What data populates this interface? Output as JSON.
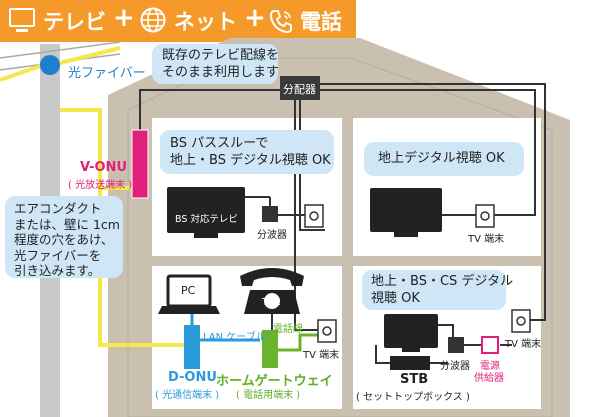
{
  "banner": {
    "tv": "テレビ",
    "net": "ネット",
    "phone": "電話",
    "plus": "+"
  },
  "fiber_label": "光ファイバー",
  "note_existing_wiring": {
    "line1": "既存のテレビ配線を",
    "line2": "そのまま利用します"
  },
  "distributor_label": "分配器",
  "v_onu": {
    "label": "V-ONU",
    "sub": "( 光放送端末 )"
  },
  "aircon_note": {
    "line1": "エアコンダクト",
    "line2": "または、壁に 1cm",
    "line3": "程度の穴をあけ、",
    "line4": "光ファイバーを",
    "line5": "引き込みます。"
  },
  "room_top_left": {
    "bubble_line1": "BS パススルーで",
    "bubble_line2": "地上・BS デジタル視聴 OK",
    "tv_label": "BS 対応テレビ",
    "splitter_label": "分波器"
  },
  "room_top_right": {
    "bubble": "地上デジタル視聴 OK",
    "terminal_label": "TV 端末"
  },
  "room_bottom_left": {
    "pc_label": "PC",
    "tel_label": "TEL",
    "phone_line_label": "電話線",
    "lan_label": "LAN ケーブル",
    "terminal_label": "TV 端末",
    "d_onu_label": "D-ONU",
    "d_onu_sub": "( 光通信端末 )",
    "hgw_label": "ホームゲートウェイ",
    "hgw_sub": "( 電話用端末 )"
  },
  "room_bottom_right": {
    "bubble_line1": "地上・BS・CS デジタル",
    "bubble_line2": "視聴 OK",
    "terminal_label": "TV 端末",
    "splitter_label": "分波器",
    "power_line1": "電源",
    "power_line2": "供給器",
    "stb_label": "STB",
    "stb_sub": "( セットトップボックス )"
  },
  "colors": {
    "banner": "#f59a2a",
    "house": "#c9c0b0",
    "room": "#ffffff",
    "bubble": "#cfe6f6",
    "fiber": "#f5e84a",
    "onu_pink": "#e0207a",
    "d_onu_blue": "#2a9ad8",
    "hgw_green": "#6ab42d",
    "label_red": "#e0207a",
    "label_blue": "#2a9ad8",
    "label_green": "#5fae24"
  }
}
